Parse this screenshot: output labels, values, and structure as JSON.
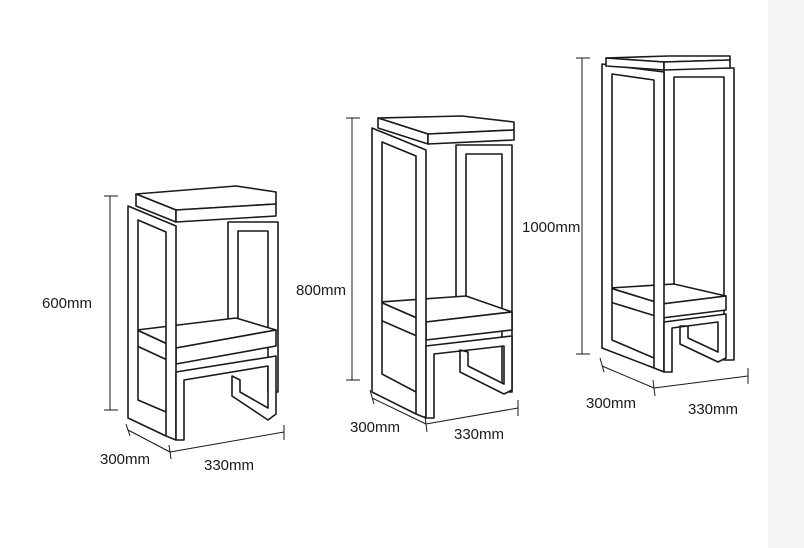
{
  "stands": [
    {
      "height_label": "600mm",
      "depth_label": "300mm",
      "width_label": "330mm"
    },
    {
      "height_label": "800mm",
      "depth_label": "300mm",
      "width_label": "330mm"
    },
    {
      "height_label": "1000mm",
      "depth_label": "300mm",
      "width_label": "330mm"
    }
  ]
}
